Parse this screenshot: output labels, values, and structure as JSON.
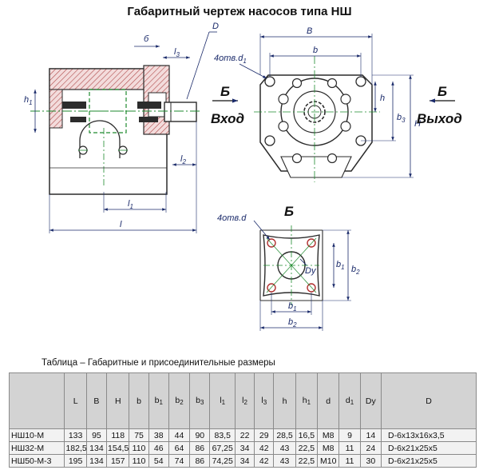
{
  "title": "Габаритный чертеж насосов типа НШ",
  "drawing": {
    "labels": {
      "b_small": "б",
      "d_shaft": "D",
      "l3": "l",
      "l3_sub": "3",
      "h1_left": "h",
      "h1_sub": "1",
      "l2": "l",
      "l2_sub": "2",
      "l1": "l",
      "l1_sub": "1",
      "l": "l",
      "B": "B",
      "b": "b",
      "holes_top": "4отв.d",
      "holes_top_sub": "1",
      "h": "h",
      "b3": "b",
      "b3_sub": "3",
      "H": "H",
      "B_left": "Б",
      "in_label": "Вход",
      "B_right": "Б",
      "out_label": "Выход",
      "view_B": "Б",
      "holes_bottom": "4отв.d",
      "b1_vert": "b",
      "b1_vert_sub": "1",
      "b2_vert": "b",
      "b2_vert_sub": "2",
      "dy": "Dy",
      "b1": "b",
      "b1_sub": "1",
      "b2": "b",
      "b2_sub": "2"
    }
  },
  "table": {
    "caption": "Таблица – Габаритные и присоединительные размеры",
    "headers": [
      "",
      "L",
      "B",
      "H",
      "b",
      "b",
      "b",
      "b",
      "l",
      "l",
      "l",
      "h",
      "h",
      "d",
      "d",
      "Dy",
      "D"
    ],
    "header_subs": [
      "",
      "",
      "",
      "",
      "",
      "1",
      "2",
      "3",
      "1",
      "2",
      "3",
      "",
      "1",
      "",
      "1",
      "",
      ""
    ],
    "rows": [
      [
        "НШ10-М",
        "133",
        "95",
        "118",
        "75",
        "38",
        "44",
        "90",
        "83,5",
        "22",
        "29",
        "28,5",
        "16,5",
        "М8",
        "9",
        "14",
        "D-6х13х16х3,5"
      ],
      [
        "НШ32-М",
        "182,5",
        "134",
        "154,5",
        "110",
        "46",
        "64",
        "86",
        "67,25",
        "34",
        "42",
        "43",
        "22,5",
        "М8",
        "11",
        "24",
        "D-6х21х25х5"
      ],
      [
        "НШ50-М-3",
        "195",
        "134",
        "157",
        "110",
        "54",
        "74",
        "86",
        "74,25",
        "34",
        "42",
        "43",
        "22,5",
        "М10",
        "11",
        "30",
        "D-6х21х25х5"
      ]
    ]
  }
}
